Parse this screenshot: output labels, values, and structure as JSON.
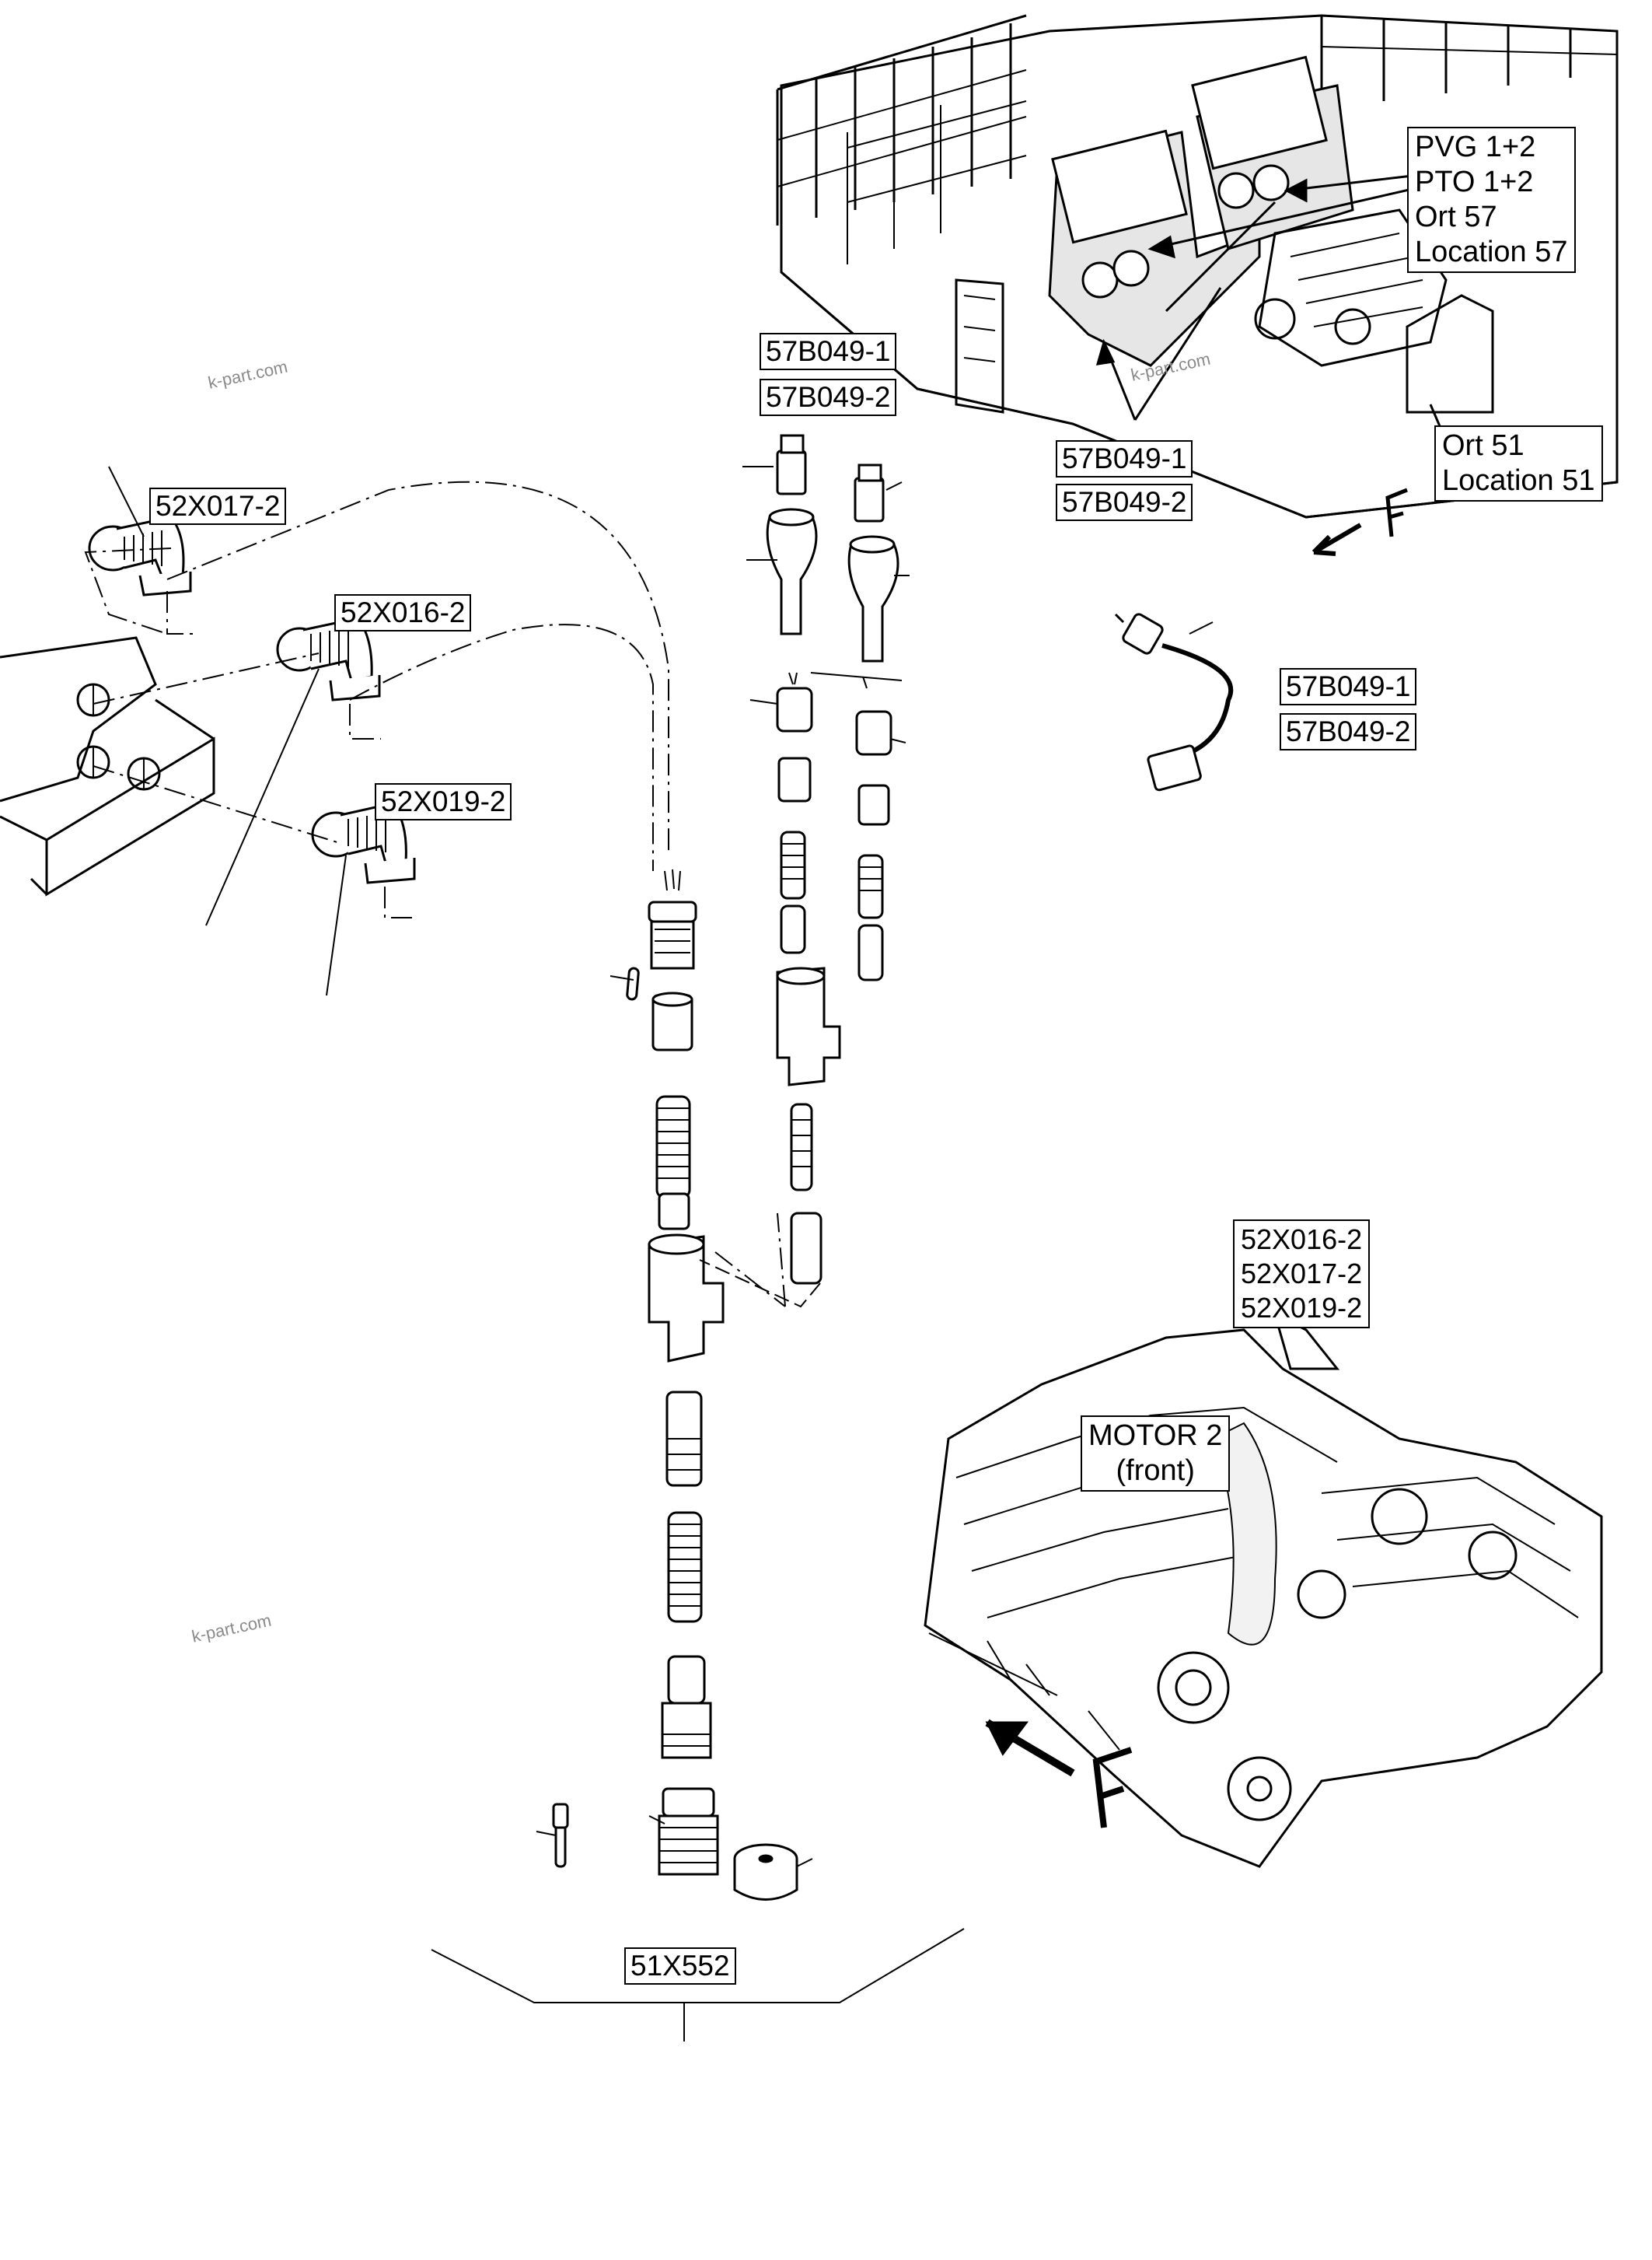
{
  "watermark": "k-part.com",
  "callouts": {
    "c_57b049_top_1": "57B049-1",
    "c_57b049_top_2": "57B049-2",
    "c_57b049_mid_1": "57B049-1",
    "c_57b049_mid_2": "57B049-2",
    "c_57b049_sensor_1": "57B049-1",
    "c_57b049_sensor_2": "57B049-2",
    "c_52x017": "52X017-2",
    "c_52x016": "52X016-2",
    "c_52x019": "52X019-2",
    "c_51x552": "51X552"
  },
  "location_57": [
    "PVG 1+2",
    "PTO 1+2",
    "Ort 57",
    "Location 57"
  ],
  "location_51": [
    "Ort 51",
    "Location 51"
  ],
  "engine_group": [
    "52X016-2",
    "52X017-2",
    "52X019-2"
  ],
  "motor": [
    "MOTOR 2",
    "(front)"
  ],
  "direction_label": "F"
}
